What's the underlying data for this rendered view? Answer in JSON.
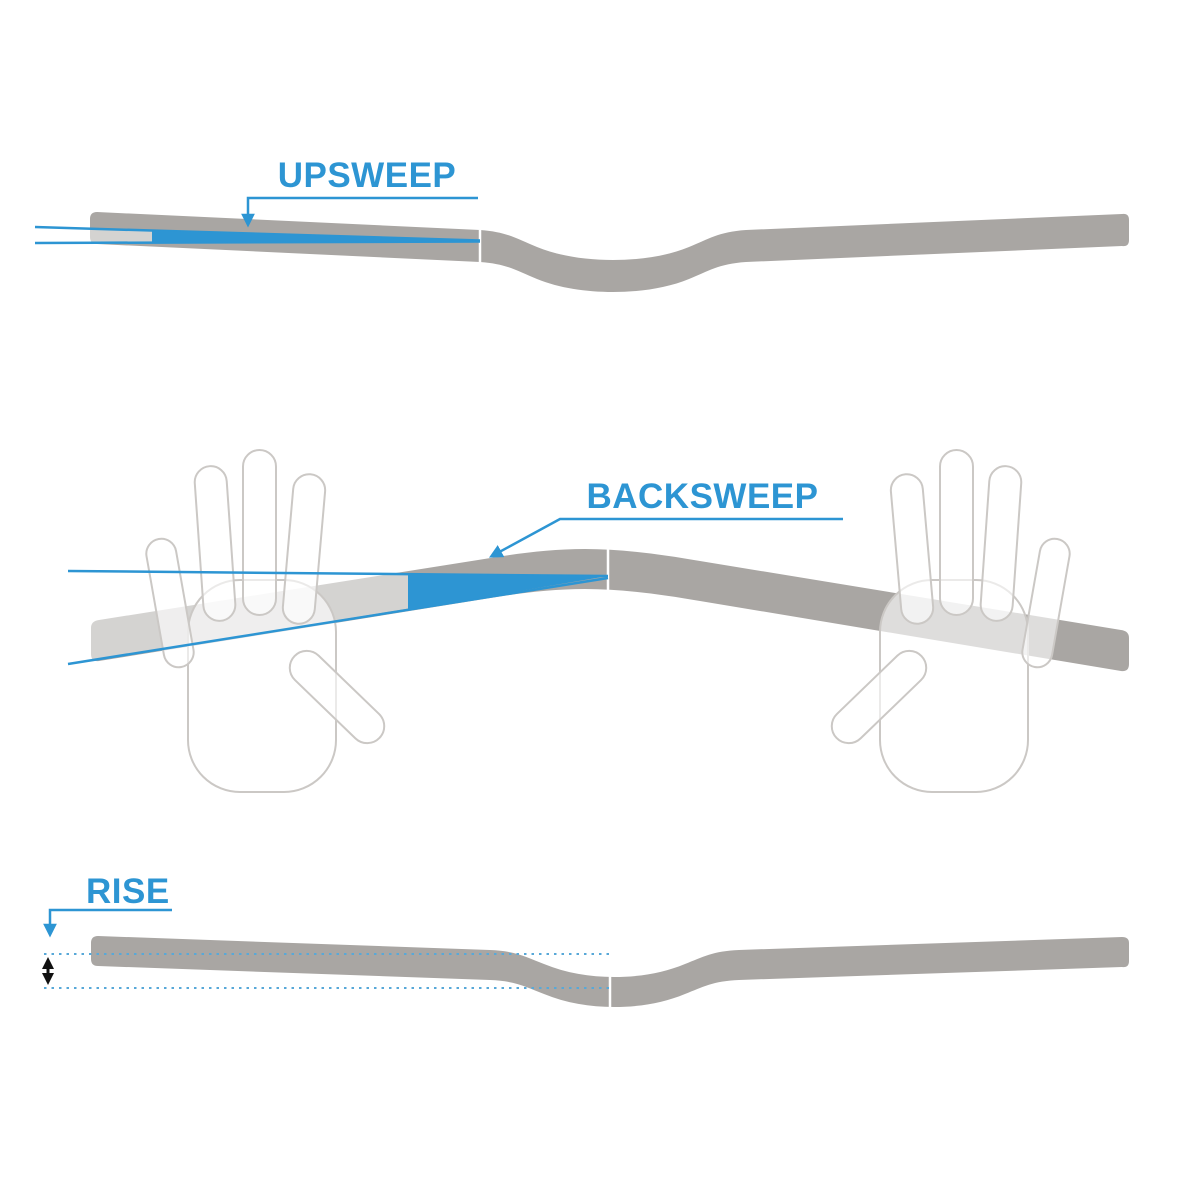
{
  "diagram": {
    "name": "Handlebar geometry diagram: upsweep, backsweep and rise",
    "labels": {
      "upsweep": "UPSWEEP",
      "backsweep": "BACKSWEEP",
      "rise": "RISE"
    },
    "colors": {
      "accent_blue": "#2d95d3",
      "dotted_blue": "#58a8d8",
      "bar_gray": "#a9a6a3",
      "hand_outline_gray": "#cbc8c5",
      "arrow_black": "#111111",
      "background": "#ffffff"
    }
  }
}
